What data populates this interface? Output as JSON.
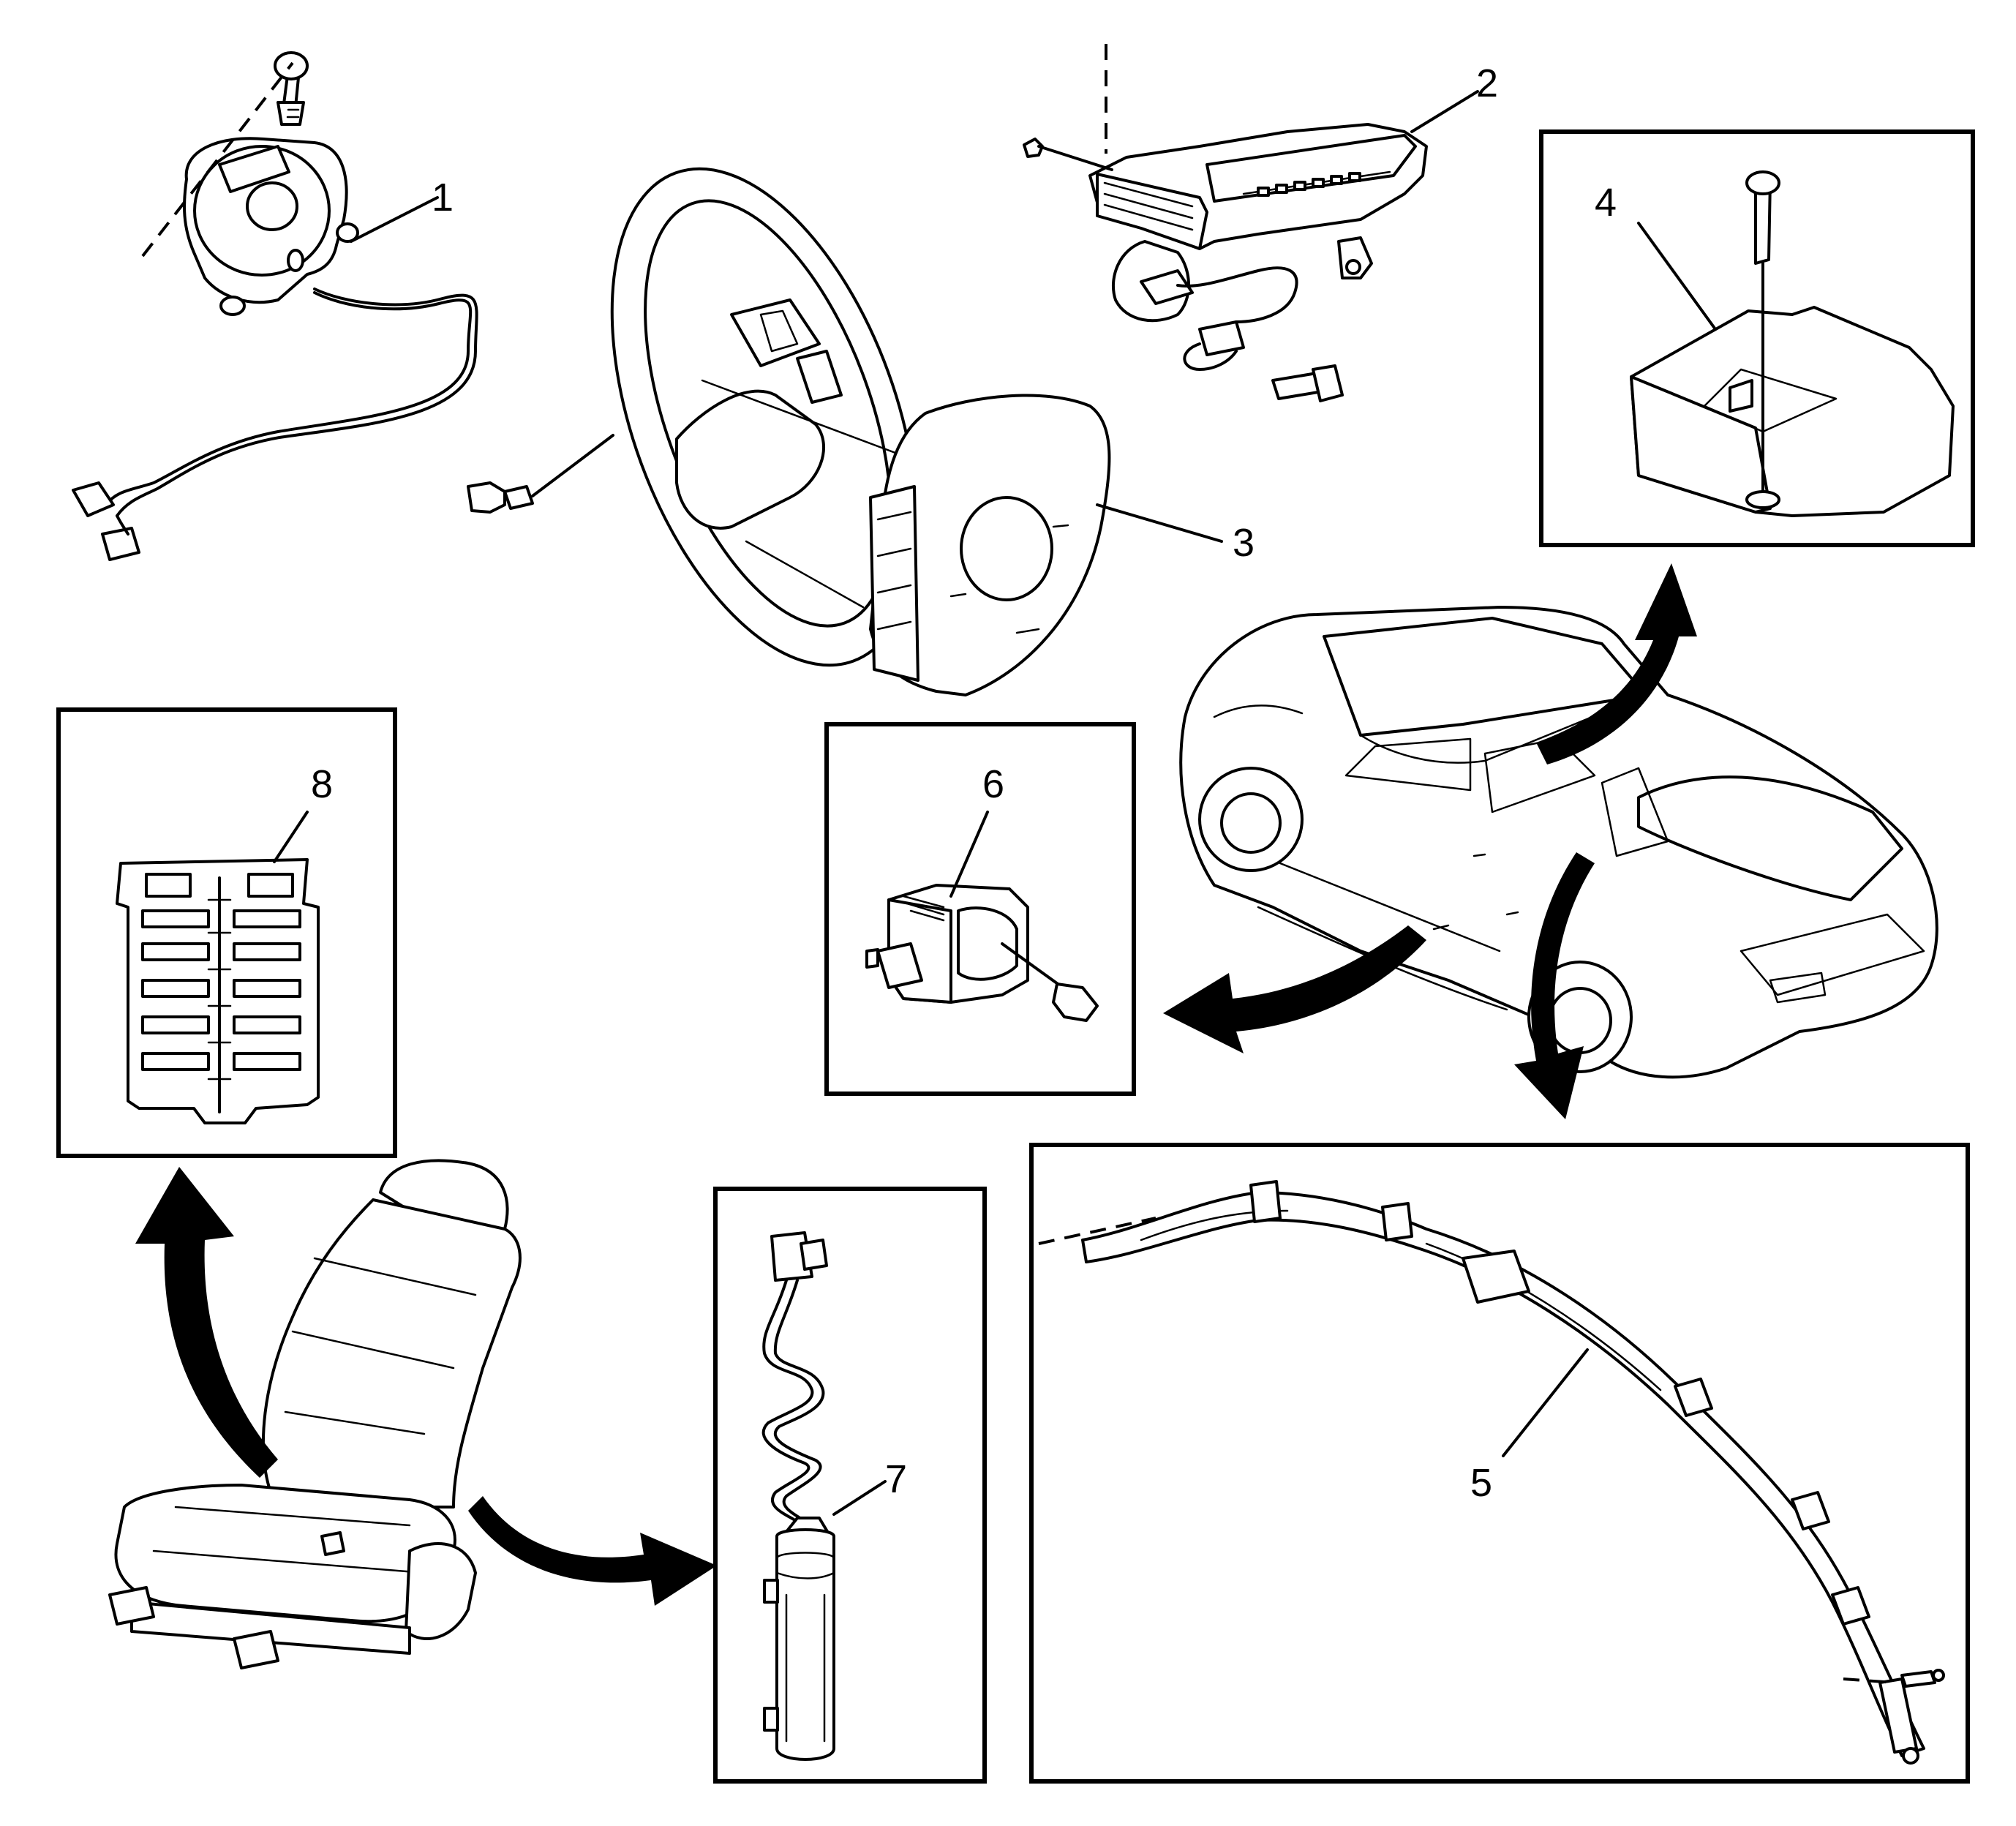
{
  "callouts": [
    {
      "id": "1",
      "text": "1"
    },
    {
      "id": "2",
      "text": "2"
    },
    {
      "id": "3",
      "text": "3"
    },
    {
      "id": "4",
      "text": "4"
    },
    {
      "id": "5",
      "text": "5"
    },
    {
      "id": "6",
      "text": "6"
    },
    {
      "id": "7",
      "text": "7"
    },
    {
      "id": "8",
      "text": "8"
    }
  ],
  "colors": {
    "line": "#000000",
    "background": "#ffffff",
    "shade": "#d9d9d9"
  }
}
